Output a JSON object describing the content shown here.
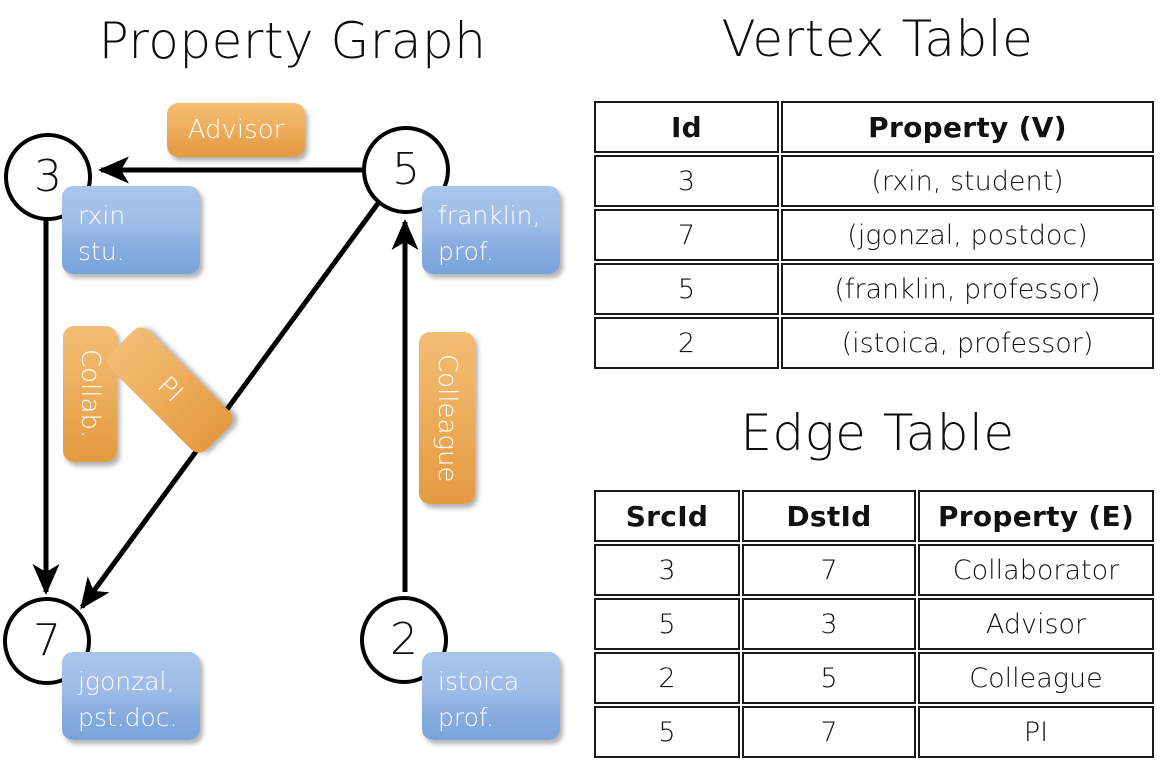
{
  "titles": {
    "property_graph": "Property Graph",
    "vertex_table": "Vertex Table",
    "edge_table": "Edge Table"
  },
  "graph": {
    "vertices": [
      {
        "id": "3",
        "property": {
          "line1": "rxin",
          "line2": "stu."
        }
      },
      {
        "id": "5",
        "property": {
          "line1": "franklin,",
          "line2": "prof."
        }
      },
      {
        "id": "7",
        "property": {
          "line1": "jgonzal,",
          "line2": "pst.doc."
        }
      },
      {
        "id": "2",
        "property": {
          "line1": "istoica",
          "line2": "prof."
        }
      }
    ],
    "edge_labels": {
      "advisor": "Advisor",
      "collab": "Collab.",
      "pi": "PI",
      "colleague": "Colleague"
    }
  },
  "vertex_table": {
    "headers": [
      "Id",
      "Property (V)"
    ],
    "rows": [
      {
        "id": "3",
        "property": "(rxin, student)"
      },
      {
        "id": "7",
        "property": "(jgonzal, postdoc)"
      },
      {
        "id": "5",
        "property": "(franklin, professor)"
      },
      {
        "id": "2",
        "property": "(istoica, professor)"
      }
    ]
  },
  "edge_table": {
    "headers": [
      "SrcId",
      "DstId",
      "Property (E)"
    ],
    "rows": [
      {
        "src": "3",
        "dst": "7",
        "property": "Collaborator"
      },
      {
        "src": "5",
        "dst": "3",
        "property": "Advisor"
      },
      {
        "src": "2",
        "dst": "5",
        "property": "Colleague"
      },
      {
        "src": "5",
        "dst": "7",
        "property": "PI"
      }
    ]
  },
  "colors": {
    "vertex_property_blue": "#9dbce6",
    "edge_label_orange": "#eeb161",
    "table_blue": "#cddbef",
    "table_peach": "#fae0c6",
    "stroke": "#000000"
  }
}
